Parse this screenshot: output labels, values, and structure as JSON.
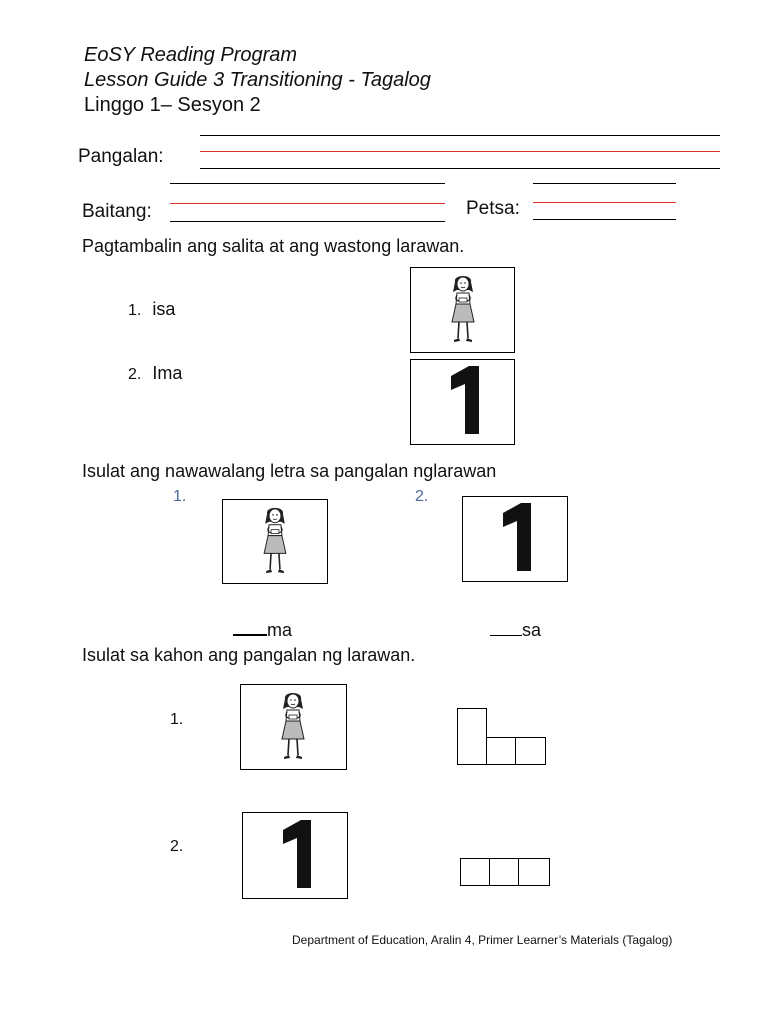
{
  "header": {
    "program": "EoSY Reading Program",
    "lesson": "Lesson Guide 3 Transitioning - Tagalog",
    "session": "Linggo 1– Sesyon 2"
  },
  "form": {
    "name_label": "Pangalan:",
    "grade_label": "Baitang:",
    "date_label": "Petsa:"
  },
  "section1": {
    "instruction": "Pagtambalin ang salita at ang wastong larawan.",
    "items": [
      {
        "number": "1.",
        "word": "isa"
      },
      {
        "number": "2.",
        "word": "Ima"
      }
    ]
  },
  "section2": {
    "instruction": "Isulat ang nawawalang letra sa pangalan nglarawan",
    "items": [
      {
        "number": "1.",
        "suffix": "ma"
      },
      {
        "number": "2.",
        "suffix": "sa"
      }
    ]
  },
  "section3": {
    "instruction": "Isulat sa kahon ang pangalan ng larawan.",
    "items": [
      {
        "number": "1."
      },
      {
        "number": "2."
      }
    ]
  },
  "footer": "Department of Education, Aralin 4, Primer Learner’s Materials (Tagalog)",
  "icons": {
    "girl": "girl-picture-icon",
    "one": "number-one-icon"
  },
  "colors": {
    "red_line": "#e0302a",
    "blue_number": "#4a6a9a"
  }
}
